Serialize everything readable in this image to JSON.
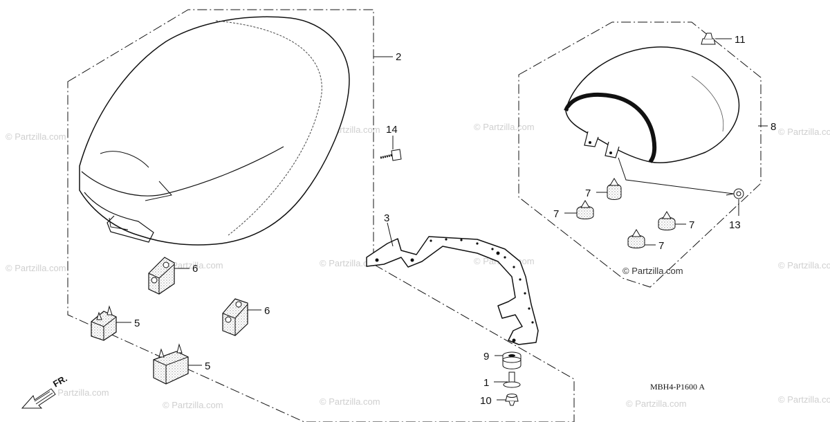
{
  "diagram": {
    "callouts": {
      "c1": "1",
      "c2": "2",
      "c3": "3",
      "c5a": "5",
      "c5b": "5",
      "c6a": "6",
      "c6b": "6",
      "c7a": "7",
      "c7b": "7",
      "c7c": "7",
      "c7d": "7",
      "c8": "8",
      "c9": "9",
      "c10": "10",
      "c11": "11",
      "c13": "13",
      "c14": "14"
    },
    "diagram_code": "MBH4-P1600 A",
    "front_label": "FR.",
    "brand_credit": "© Partzilla.com",
    "watermark_text": "© Partzilla.com"
  },
  "colors": {
    "line": "#111111",
    "watermark": "#cfcfcf",
    "foam": "#e8e8e8"
  }
}
